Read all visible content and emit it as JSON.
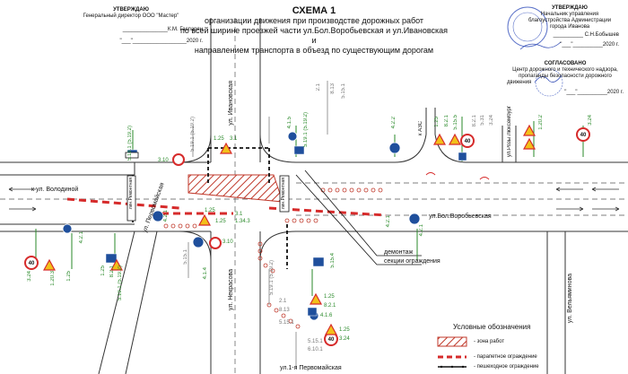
{
  "approve_left": {
    "heading": "УТВЕРЖДАЮ",
    "position": "Генеральный директор ООО \"Мастер\"",
    "signature": "_______________К.М. Гаспарян",
    "date": "\"___\"__________________2020 г."
  },
  "scheme": {
    "title": "СХЕМА 1",
    "line1": "организации движения при производстве дорожных работ",
    "line2": "по всей ширине проезжей части ул.Бол.Воробьевская и ул.Ивановская и",
    "line3": "направлением транспорта в объезд по существующим дорогам"
  },
  "approve_right": {
    "heading": "УТВЕРЖДАЮ",
    "line1": "Начальник управления",
    "line2": "благоустройства Администрации",
    "line3": "города Иванова",
    "signature": "__________ С.Н.Бобышев",
    "date": "\"___\"__________2020 г."
  },
  "agreed": {
    "heading": "СОГЛАСОВАНО",
    "line1": "Центр дорожного и технического надзора,",
    "line2": "пропаганды безопасности дорожного",
    "line3": "движения",
    "date": "\"___\"__________2020 г."
  },
  "streets": {
    "ivanovskaya": "ул. Ивановская",
    "volodinoy": "к ул. Володиной",
    "pervomayskaya": "ул. Первомайская",
    "nekrasova": "ул. Некрасова",
    "bol_vorobyevskaya": "ул.Бол.Воробьевская",
    "azs": "к АЗС",
    "rozy_luxemburg": "ул.Розы Люксембург",
    "velyaminova": "ул. Вельяминова",
    "first_pervomayskaya": "ул.1-я Первомайская"
  },
  "annotations": {
    "dismantle": "демонтаж",
    "fence_sections": "секции ограждения",
    "left_lane_label": "лин.Ремонтная",
    "right_lane_label": "лин.Ремонтная"
  },
  "legend": {
    "title": "Условные обозначения",
    "items": [
      "- зона работ",
      "- парапетное ограждение",
      "- пешеходное ограждение"
    ]
  },
  "sign_labels": {
    "s1": "5.19.1\n(5.19.2)",
    "s2": "3.10",
    "s3": "1.25",
    "s4": "3.1",
    "s5": "5.19.1\n(5.19.2)",
    "s6": "4.1.5",
    "s7": "5.19.1\n(5.19.2)",
    "s8": "2.1",
    "s9": "8.13",
    "s10": "5.15.1",
    "s11": "4.2.2",
    "s12": "1.25",
    "s13": "8.2.1",
    "s14": "5.15.5",
    "s15": "8.2.1",
    "s16": "5.31",
    "s17": "3.24",
    "s18": "1.20.2",
    "s19": "3.24",
    "s20": "4.2.1",
    "s21": "1.25",
    "s22": "3.1",
    "s23": "1.34.3",
    "s24": "1.25",
    "s25": "3.10",
    "s26": "4.1.4",
    "s27": "4.2.1",
    "s28": "3.24",
    "s29": "1.20.3",
    "s30": "1.25",
    "s31": "1.25",
    "s32": "8.2.1",
    "s33": "5.19.1\n(5.19.2)",
    "s34": "4.2.1",
    "s35": "5.15.4",
    "s36": "1.25",
    "s37": "8.2.1",
    "s38": "4.1.6",
    "s39": "5.15.1",
    "s40": "5.15.1",
    "s41": "6.10.1",
    "s42": "1.25",
    "s43": "3.24",
    "s44": "2.1",
    "s45": "8.13",
    "s46": "5.15.1",
    "s47": "5.19.1\n(5.19.2)",
    "s48": "4.2.1",
    "s49": "40"
  }
}
